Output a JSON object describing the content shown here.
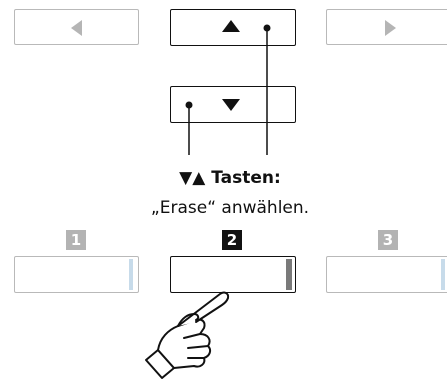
{
  "caption": {
    "keys_symbols": "▼▲",
    "keys_label": "Tasten:",
    "instruction": "„Erase“ anwählen."
  },
  "buttons": {
    "left_label": "",
    "right_label": "",
    "up_label": "",
    "down_label": ""
  },
  "numbered_buttons": [
    {
      "number": "1",
      "state": "dim"
    },
    {
      "number": "2",
      "state": "active"
    },
    {
      "number": "3",
      "state": "dim"
    }
  ],
  "colors": {
    "active": "#111111",
    "dim": "#b3b3b3",
    "strip_dim": "#c7dbea",
    "strip_active": "#7a7a7a"
  }
}
